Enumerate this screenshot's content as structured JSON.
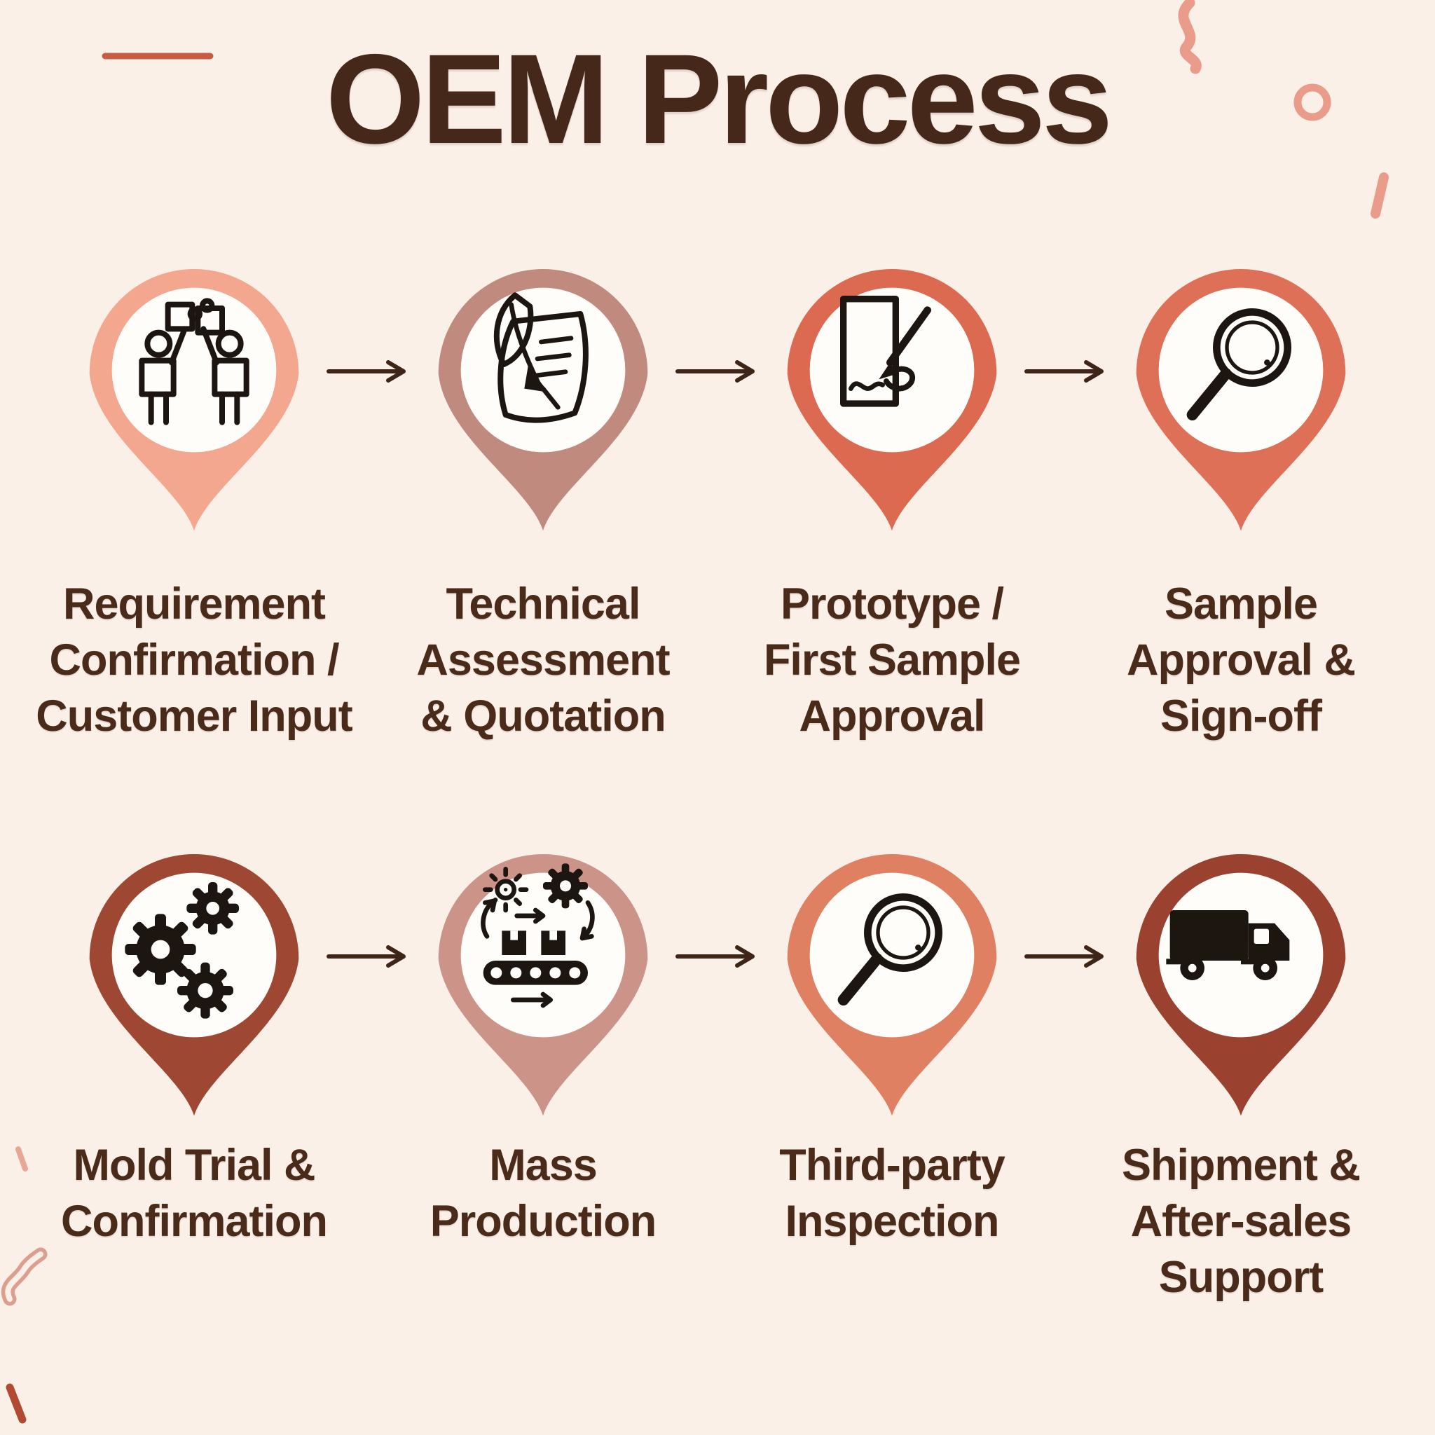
{
  "title": "OEM Process",
  "colors": {
    "background": "#FBF0E8",
    "title_text": "#46281A",
    "label_text": "#4A2B1A",
    "arrow": "#3E2517",
    "icon_ink": "#1C1510",
    "pin_inner": "#FFFDFA",
    "decoration_pink": "#E99C8A",
    "decoration_light_pink": "#E8A795",
    "decoration_red_line": "#C75B43",
    "decoration_dark_red": "#B14A30"
  },
  "rows": [
    {
      "steps": [
        {
          "label": "Requirement\nConfirmation /\nCustomer Input",
          "icon": "people-puzzle-icon",
          "pin_color": "#F3A78F"
        },
        {
          "label": "Technical\nAssessment\n& Quotation",
          "icon": "quill-document-icon",
          "pin_color": "#C08B7E"
        },
        {
          "label": "Prototype /\nFirst Sample\nApproval",
          "icon": "signing-hand-icon",
          "pin_color": "#DB6A50"
        },
        {
          "label": "Sample\nApproval &\nSign-off",
          "icon": "magnifier-icon",
          "pin_color": "#DF7058"
        }
      ]
    },
    {
      "steps": [
        {
          "label": "Mold Trial &\nConfirmation",
          "icon": "gears-icon",
          "pin_color": "#9E4834"
        },
        {
          "label": "Mass\nProduction",
          "icon": "mass-production-icon",
          "pin_color": "#CC9489"
        },
        {
          "label": "Third-party\nInspection",
          "icon": "magnifier-icon",
          "pin_color": "#E08063"
        },
        {
          "label": "Shipment &\nAfter-sales\nSupport",
          "icon": "truck-icon",
          "pin_color": "#9B4130"
        }
      ]
    }
  ]
}
